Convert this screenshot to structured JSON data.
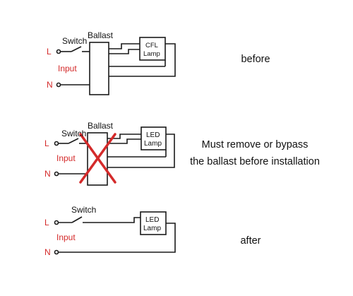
{
  "colors": {
    "line": "#1a1a1a",
    "red": "#d42a2a"
  },
  "panels": [
    {
      "id": "before",
      "L": "L",
      "N": "N",
      "input": "Input",
      "switch": "Switch",
      "ballast": "Ballast",
      "lamp_line1": "CFL",
      "lamp_line2": "Lamp",
      "caption": "before"
    },
    {
      "id": "bypass",
      "L": "L",
      "N": "N",
      "input": "Input",
      "switch": "Switch",
      "ballast": "Ballast",
      "lamp_line1": "LED",
      "lamp_line2": "Lamp",
      "caption_line1": "Must remove or bypass",
      "caption_line2": "the ballast before installation"
    },
    {
      "id": "after",
      "L": "L",
      "N": "N",
      "input": "Input",
      "switch": "Switch",
      "lamp_line1": "LED",
      "lamp_line2": "Lamp",
      "caption": "after"
    }
  ]
}
